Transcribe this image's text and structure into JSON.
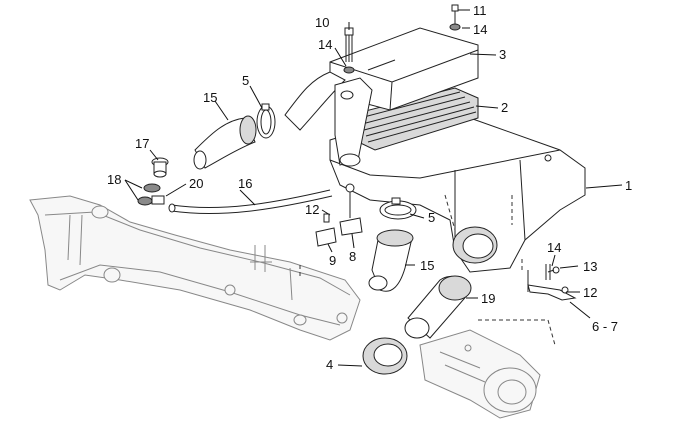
{
  "callouts": [
    {
      "id": "c1",
      "label": "1"
    },
    {
      "id": "c2",
      "label": "2"
    },
    {
      "id": "c3",
      "label": "3"
    },
    {
      "id": "c4",
      "label": "4"
    },
    {
      "id": "c5a",
      "label": "5"
    },
    {
      "id": "c5b",
      "label": "5"
    },
    {
      "id": "c67",
      "label": "6 - 7"
    },
    {
      "id": "c8",
      "label": "8"
    },
    {
      "id": "c9",
      "label": "9"
    },
    {
      "id": "c10",
      "label": "10"
    },
    {
      "id": "c11",
      "label": "11"
    },
    {
      "id": "c12a",
      "label": "12"
    },
    {
      "id": "c12b",
      "label": "12"
    },
    {
      "id": "c13",
      "label": "13"
    },
    {
      "id": "c14a",
      "label": "14"
    },
    {
      "id": "c14b",
      "label": "14"
    },
    {
      "id": "c14c",
      "label": "14"
    },
    {
      "id": "c15a",
      "label": "15"
    },
    {
      "id": "c15b",
      "label": "15"
    },
    {
      "id": "c16",
      "label": "16"
    },
    {
      "id": "c17",
      "label": "17"
    },
    {
      "id": "c18",
      "label": "18"
    },
    {
      "id": "c19",
      "label": "19"
    },
    {
      "id": "c20",
      "label": "20"
    }
  ]
}
